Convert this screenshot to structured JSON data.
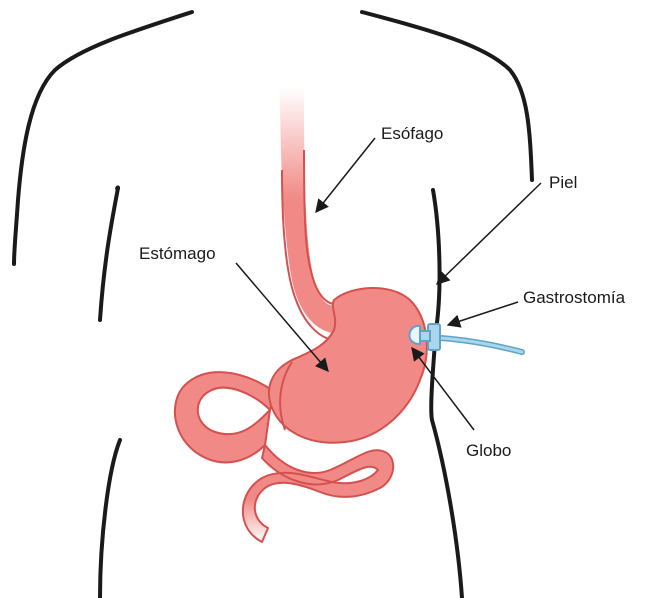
{
  "labels": {
    "esophagus": "Esófago",
    "skin": "Piel",
    "stomach": "Estómago",
    "gastrostomy": "Gastrostomía",
    "balloon": "Globo"
  },
  "colors": {
    "organ_fill": "#F18A86",
    "organ_stroke": "#D4514F",
    "outline": "#1a1a1a",
    "tube": "#A9D6EC",
    "tube_stroke": "#5FA3C6",
    "arrow": "#1a1a1a"
  }
}
